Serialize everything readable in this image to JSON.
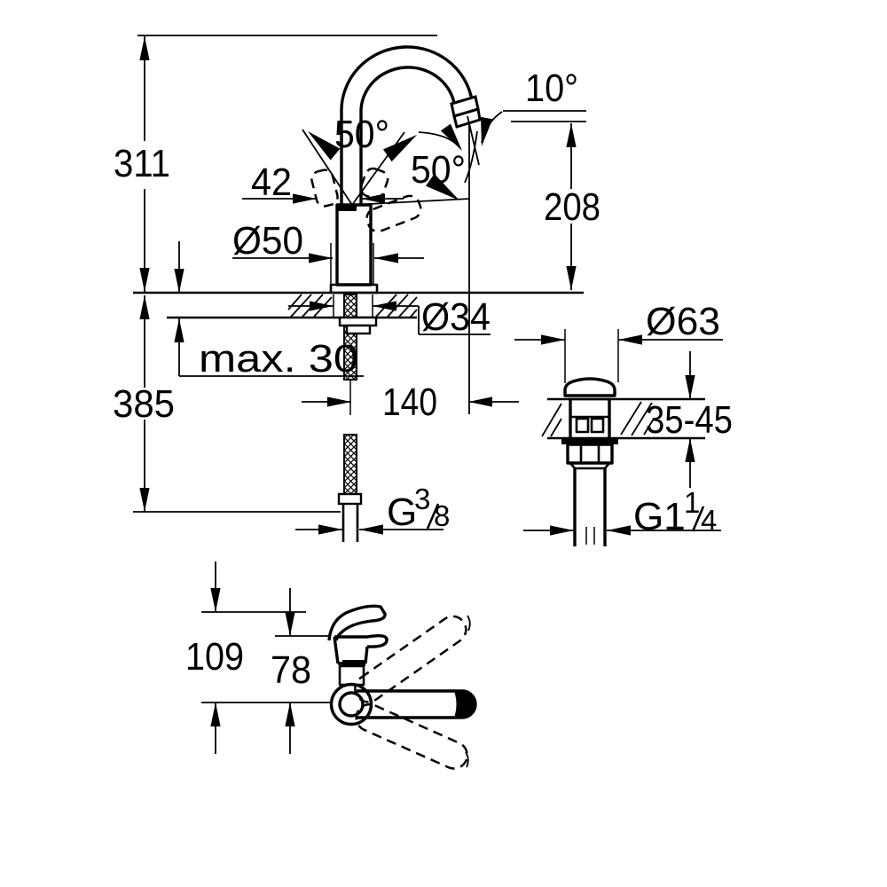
{
  "meta": {
    "drawing_type": "technical dimension drawing",
    "background": "#ffffff",
    "line_color": "#000000"
  },
  "front_view": {
    "overall_height": "311",
    "below_counter_height": "385",
    "handle_clearance": "42",
    "body_diameter": "Ø50",
    "handle_swing_left": "50°",
    "handle_swing_right": "50°",
    "spout_tip_angle": "10°",
    "spout_outlet_height": "208",
    "mounting_hole_diameter": "Ø34",
    "max_counter_thickness": "max. 30",
    "spout_reach": "140",
    "supply_thread": {
      "base": "G",
      "numerator": "3",
      "denominator": "8"
    }
  },
  "waste_view": {
    "flange_diameter": "Ø63",
    "counter_thickness_range": "35-45",
    "waste_thread": {
      "base": "G1",
      "numerator": "1",
      "denominator": "4"
    }
  },
  "top_view": {
    "lever_overall": "109",
    "lever_offset": "78"
  }
}
